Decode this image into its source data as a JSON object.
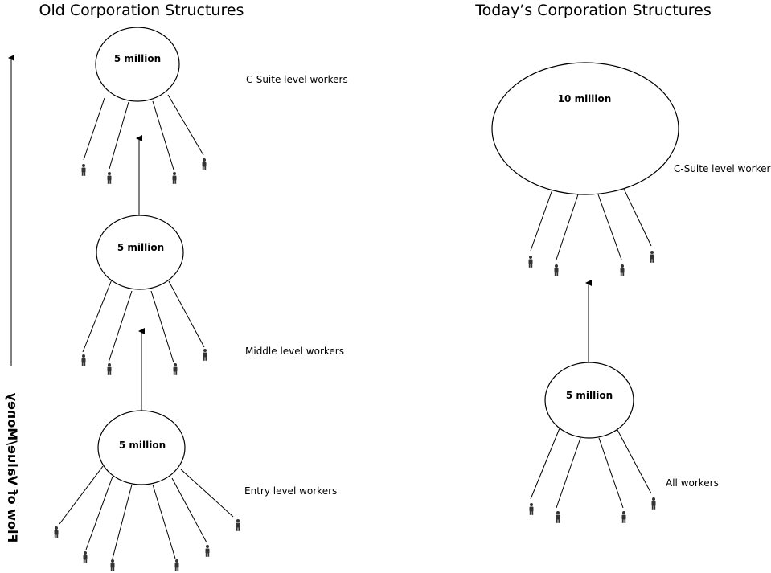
{
  "left": {
    "title": "Old Corporation Structures",
    "levels": [
      {
        "amount": "5 million",
        "label": "C-Suite level workers"
      },
      {
        "amount": "5 million",
        "label": "Middle level workers"
      },
      {
        "amount": "5 million",
        "label": "Entry level workers"
      }
    ]
  },
  "right": {
    "title": "Today’s Corporation Structures",
    "levels": [
      {
        "amount": "10 million",
        "label": "C-Suite level workers"
      },
      {
        "amount": "5 million",
        "label": "All workers"
      }
    ]
  },
  "axis_label": "Flow of Value/Money"
}
